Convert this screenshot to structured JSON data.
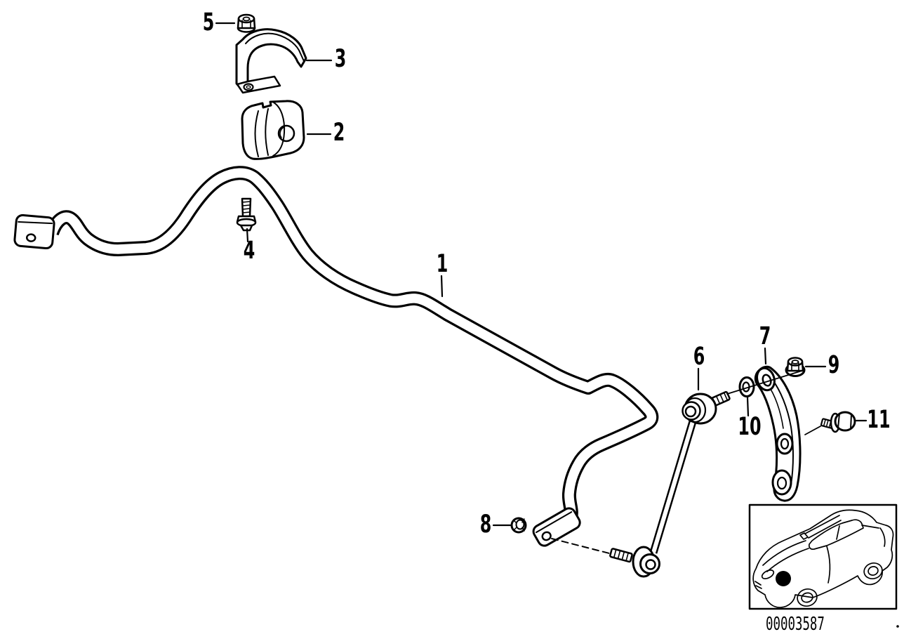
{
  "figure": {
    "code": "00003587",
    "callouts": [
      {
        "label": "1"
      },
      {
        "label": "2"
      },
      {
        "label": "3"
      },
      {
        "label": "4"
      },
      {
        "label": "5"
      },
      {
        "label": "6"
      },
      {
        "label": "7"
      },
      {
        "label": "8"
      },
      {
        "label": "9"
      },
      {
        "label": "10"
      },
      {
        "label": "11"
      }
    ]
  },
  "colors": {
    "line": "#000000",
    "background": "#ffffff"
  }
}
